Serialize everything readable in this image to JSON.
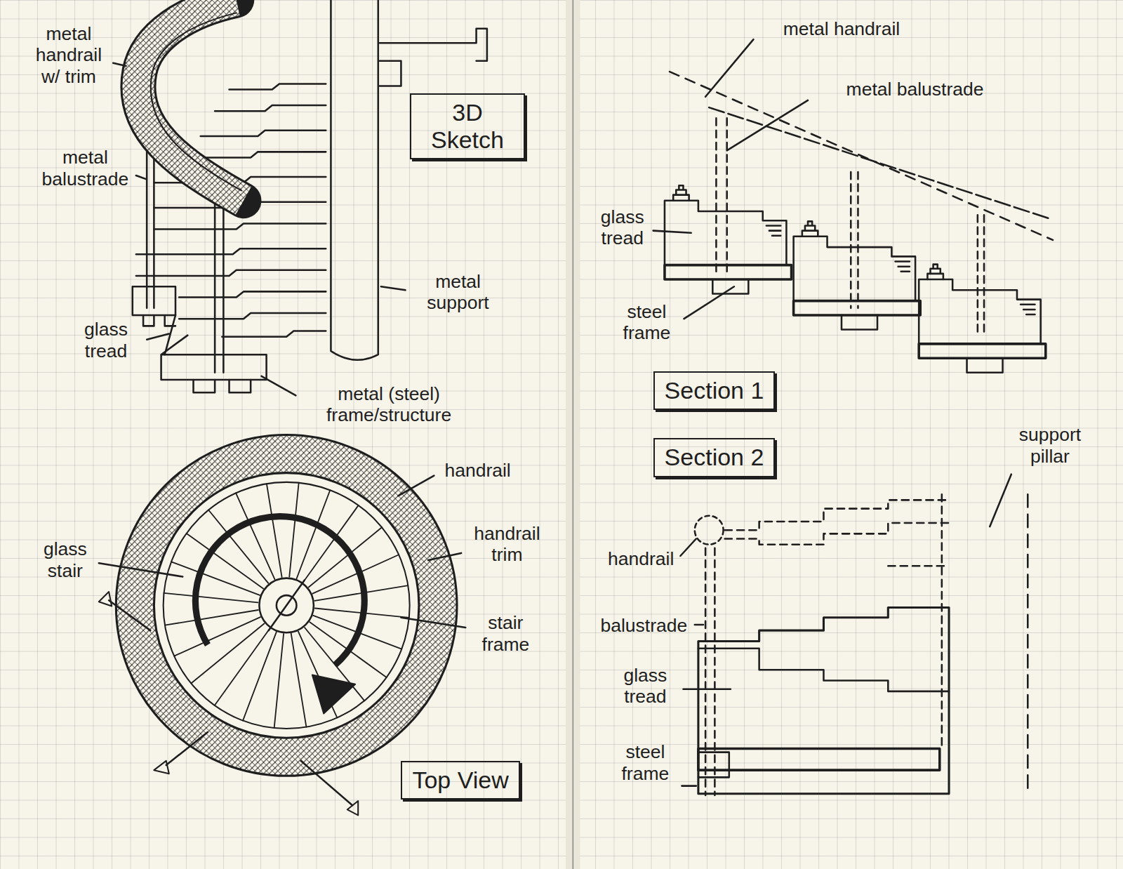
{
  "diagram": {
    "nodes": [
      {
        "text": [
          "3D Sketch"
        ]
      },
      {
        "text": [
          "Top View"
        ]
      },
      {
        "text": [
          "Section 1"
        ]
      },
      {
        "text": [
          "Section 2"
        ]
      }
    ],
    "labels": [
      "metal handrail w/ trim",
      "metal balustrade",
      "metal support",
      "glass tread",
      "metal (steel) frame/structure",
      "handrail",
      "handrail trim",
      "glass stair",
      "stair frame",
      "metal handrail",
      "metal balustrade",
      "glass tread",
      "steel frame",
      "support pillar",
      "handrail",
      "balustrade",
      "glass tread",
      "steel frame"
    ]
  }
}
